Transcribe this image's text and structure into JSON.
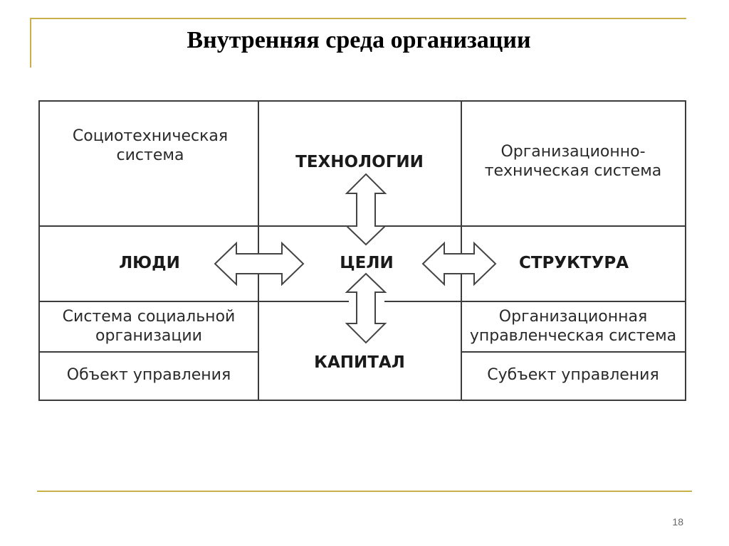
{
  "slide": {
    "title": "Внутренняя среда организации",
    "page_number": "18"
  },
  "diagram": {
    "top_left": "Социотехническая система",
    "top_center": "ТЕХНОЛОГИИ",
    "top_right": "Организационно-техническая система",
    "middle_left": "ЛЮДИ",
    "middle_center": "ЦЕЛИ",
    "middle_right": "СТРУКТУРА",
    "lower_left_top": "Система социальной организации",
    "lower_left_bottom": "Объект управления",
    "bottom_center": "КАПИТАЛ",
    "lower_right_top": "Организационная управленческая система",
    "lower_right_bottom": "Субъект управления"
  },
  "colors": {
    "accent_rule": "#c8b04a",
    "grid": "#3c3c3c"
  }
}
